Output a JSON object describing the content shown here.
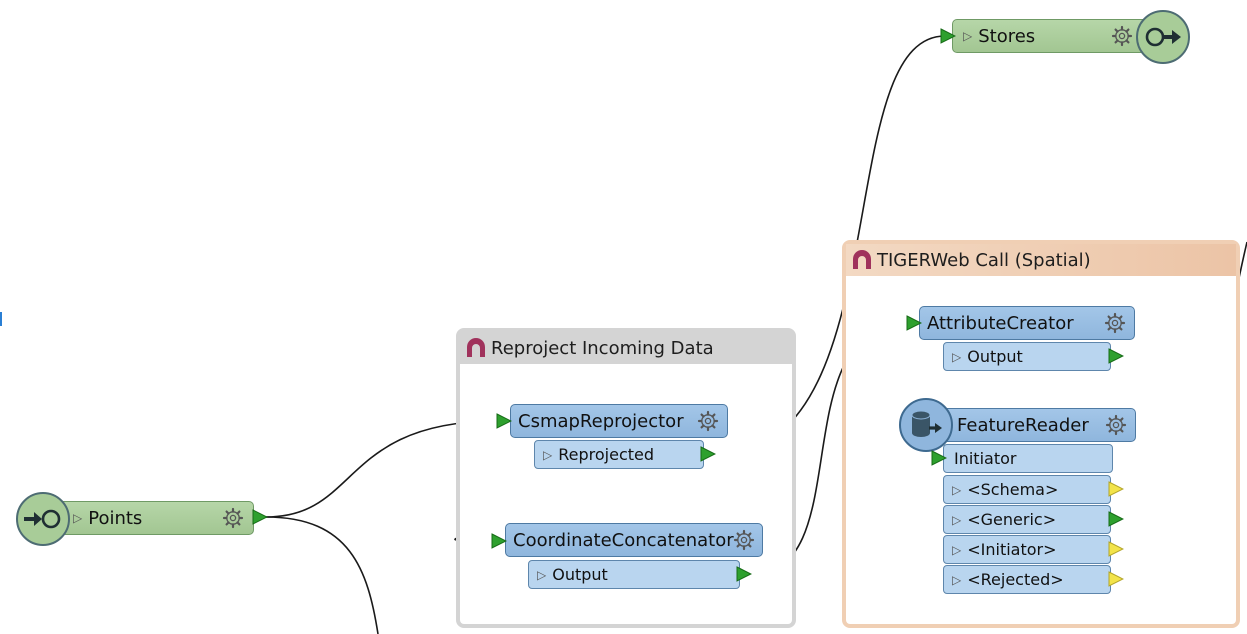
{
  "bookmarks": {
    "reproject": {
      "title": "Reproject Incoming Data",
      "color": "#d4d4d4"
    },
    "tigerweb": {
      "title": "TIGERWeb Call (Spatial)",
      "color": "#f0cfb4"
    }
  },
  "reader": {
    "name": "Points"
  },
  "writer": {
    "name": "Stores"
  },
  "transformers": {
    "csmap": {
      "name": "CsmapReprojector",
      "ports": [
        "Reprojected"
      ]
    },
    "concat": {
      "name": "CoordinateConcatenator",
      "ports": [
        "Output"
      ]
    },
    "attr": {
      "name": "AttributeCreator",
      "ports": [
        "Output"
      ]
    },
    "featurereader": {
      "name": "FeatureReader",
      "input_port": "Initiator",
      "ports": [
        "<Schema>",
        "<Generic>",
        "<Initiator>",
        "<Rejected>"
      ]
    }
  },
  "icons": {
    "gear": "gear-icon",
    "bookmark": "bookmark-icon",
    "reader": "reader-icon",
    "writer": "writer-icon",
    "featurereader": "database-icon"
  },
  "colors": {
    "transformer": "#8fb6dd",
    "feature_type": "#a8cc98",
    "port_connected": "#2ea02e",
    "port_unconnected": "#f2e34a"
  }
}
